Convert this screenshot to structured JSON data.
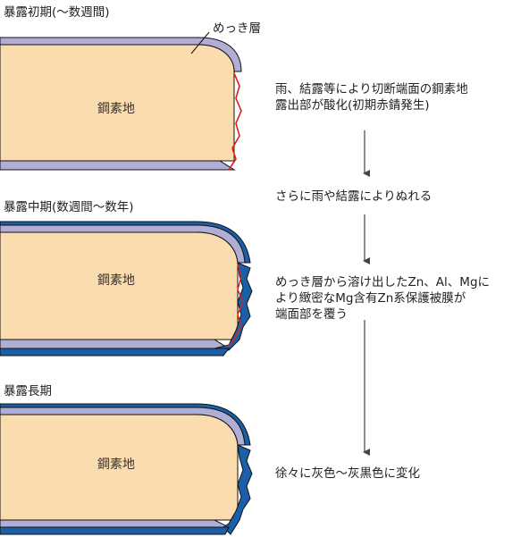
{
  "stages": [
    {
      "title": "暴露初期(〜数週間)",
      "base_label": "鋼素地"
    },
    {
      "title": "暴露中期(数週間〜数年)",
      "base_label": "鋼素地"
    },
    {
      "title": "暴露長期",
      "base_label": "鋼素地"
    }
  ],
  "plating_label": "めっき層",
  "steps": [
    "雨、結露等により切断端面の鋼素地\n露出部が酸化(初期赤錆発生)",
    "さらに雨や結露によりぬれる",
    "めっき層から溶け出したZn、Al、Mgに\nより緻密なMg含有Zn系保護被膜が\n端面部を覆う",
    "徐々に灰色〜灰黒色に変化"
  ],
  "colors": {
    "steel": "#fbdcae",
    "plating": "#b0aed4",
    "protective_film": "#1a5fa8",
    "rust": "#e0201b",
    "outline": "#111111",
    "arrow": "#444444"
  }
}
